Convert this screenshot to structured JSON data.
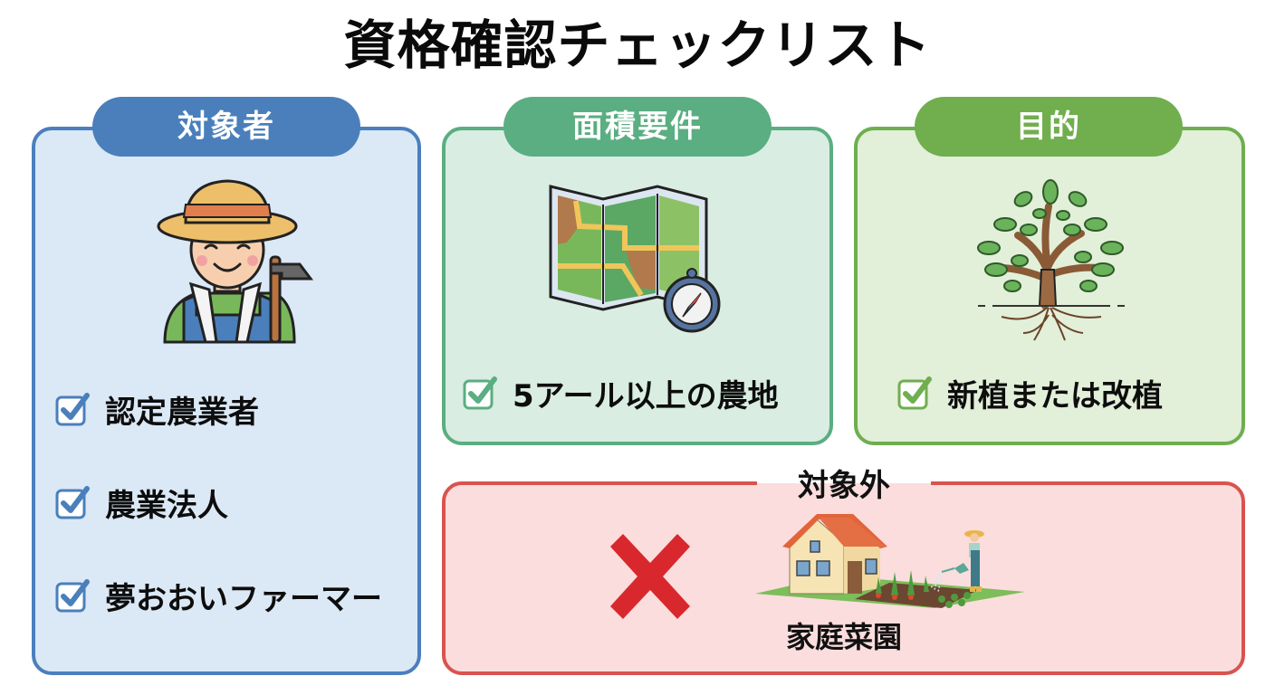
{
  "title": "資格確認チェックリスト",
  "colors": {
    "blue": "#4a7fbb",
    "blue_bg": "#dbe8f5",
    "teal": "#5aae81",
    "teal_bg": "#d9ede2",
    "green": "#70ae4e",
    "green_bg": "#e2efd9",
    "red": "#d9534f",
    "red_bg": "#fbdddd",
    "cross": "#d8282e"
  },
  "panels": {
    "target": {
      "header": "対象者",
      "icon": "farmer-icon",
      "items": [
        "認定農業者",
        "農業法人",
        "夢おおいファーマー"
      ]
    },
    "area": {
      "header": "面積要件",
      "icon": "map-compass-icon",
      "items": [
        "5アール以上の農地"
      ]
    },
    "purpose": {
      "header": "目的",
      "icon": "tree-icon",
      "items": [
        "新植または改植"
      ]
    },
    "excluded": {
      "header": "対象外",
      "icon": "cross-icon",
      "illustration": "home-garden-icon",
      "caption": "家庭菜園"
    }
  }
}
